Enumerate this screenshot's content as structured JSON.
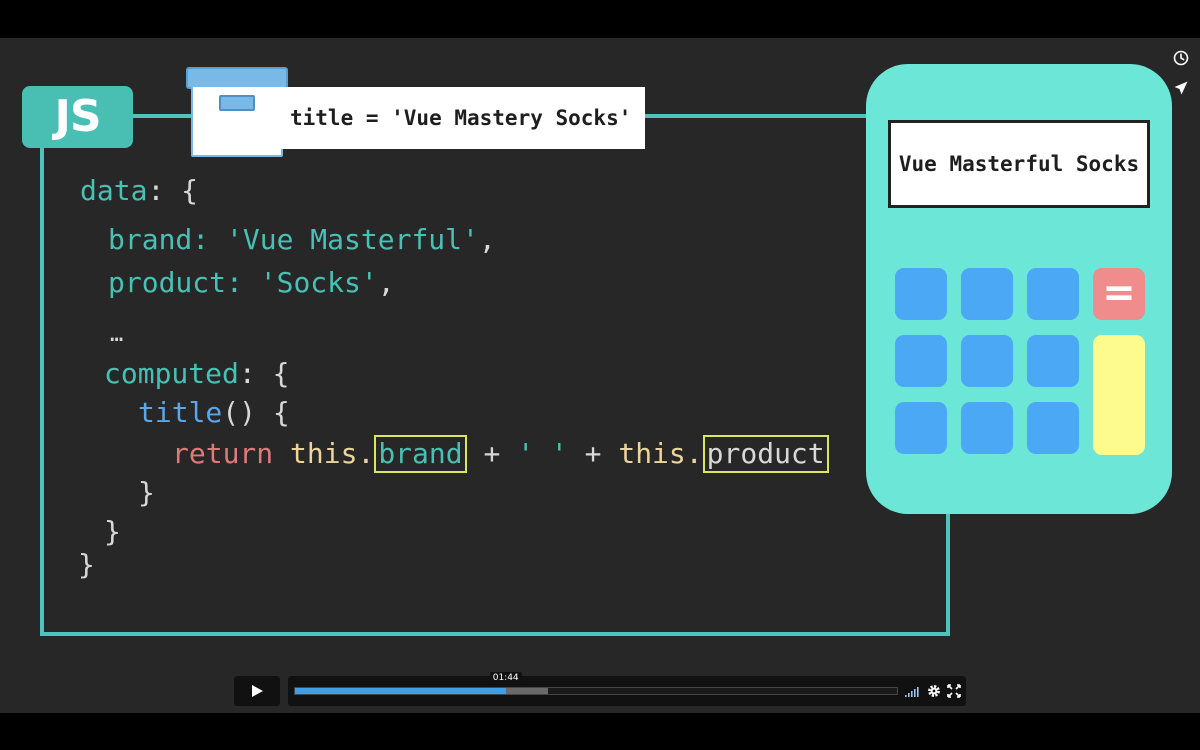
{
  "badge": {
    "label": "JS"
  },
  "data_label": {
    "text": "title = 'Vue Mastery Socks'"
  },
  "code": {
    "line1_key": "data",
    "line1_punct": ": {",
    "line2_key": "brand",
    "line2_colon": ": ",
    "line2_value": "'Vue Masterful'",
    "line2_comma": ",",
    "line3_key": "product",
    "line3_colon": ": ",
    "line3_value": "'Socks'",
    "line3_comma": ",",
    "line4": "…",
    "line5_key": "computed",
    "line5_punct": ": {",
    "line6_fn": "title",
    "line6_punct": "() {",
    "line7_return": "return",
    "line7_this1": "this.",
    "line7_brand": "brand",
    "line7_plus1": " + ",
    "line7_space_str": "' '",
    "line7_plus2": " + ",
    "line7_this2": "this.",
    "line7_product": "product",
    "line8": "}",
    "line9": "}",
    "line10": "}"
  },
  "calculator": {
    "display": "Vue Masterful Socks",
    "equals_label": "="
  },
  "player": {
    "time_tooltip": "01:44",
    "played_fraction": 0.35,
    "buffered_fraction": 0.42
  },
  "colors": {
    "frame": "#4fc4bd",
    "accent_teal": "#48c1b5",
    "highlight_box": "#d8e660",
    "calc_body": "#6ce6d6",
    "key_blue": "#4aa8f4",
    "key_equals": "#f08c8c",
    "key_tall": "#fdfa8e",
    "progress": "#3f9fe6"
  }
}
